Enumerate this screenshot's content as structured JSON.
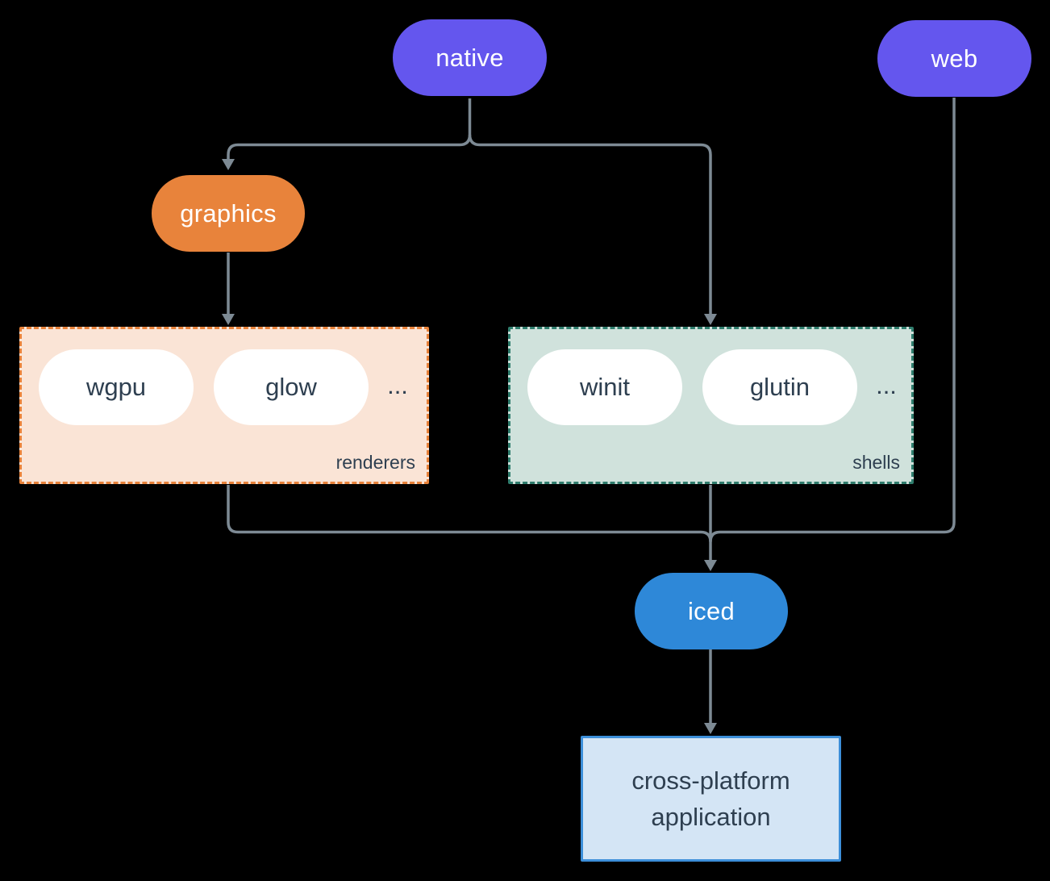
{
  "nodes": {
    "native": {
      "label": "native",
      "color": "#6456ee"
    },
    "web": {
      "label": "web",
      "color": "#6456ee"
    },
    "graphics": {
      "label": "graphics",
      "color": "#e8833b"
    },
    "iced": {
      "label": "iced",
      "color": "#2e88d8"
    },
    "application": {
      "line1": "cross-platform",
      "line2": "application",
      "fill": "#d4e5f5",
      "border": "#3d8fd9"
    }
  },
  "groups": {
    "renderers": {
      "label": "renderers",
      "items": [
        "wgpu",
        "glow"
      ],
      "ellipsis": "...",
      "fill": "#fae4d6",
      "border": "#e8823a"
    },
    "shells": {
      "label": "shells",
      "items": [
        "winit",
        "glutin"
      ],
      "ellipsis": "...",
      "fill": "#d0e2dc",
      "border": "#2f7d6d"
    }
  },
  "edges": [
    {
      "from": "native",
      "to": "graphics"
    },
    {
      "from": "native",
      "to": "shells"
    },
    {
      "from": "graphics",
      "to": "renderers"
    },
    {
      "from": "renderers",
      "to": "iced"
    },
    {
      "from": "shells",
      "to": "iced"
    },
    {
      "from": "web",
      "to": "iced"
    },
    {
      "from": "iced",
      "to": "application"
    }
  ],
  "colors": {
    "background": "#000000",
    "edge": "#7d8a94",
    "pill_text": "#ffffff",
    "text_dark": "#2e3f50"
  }
}
